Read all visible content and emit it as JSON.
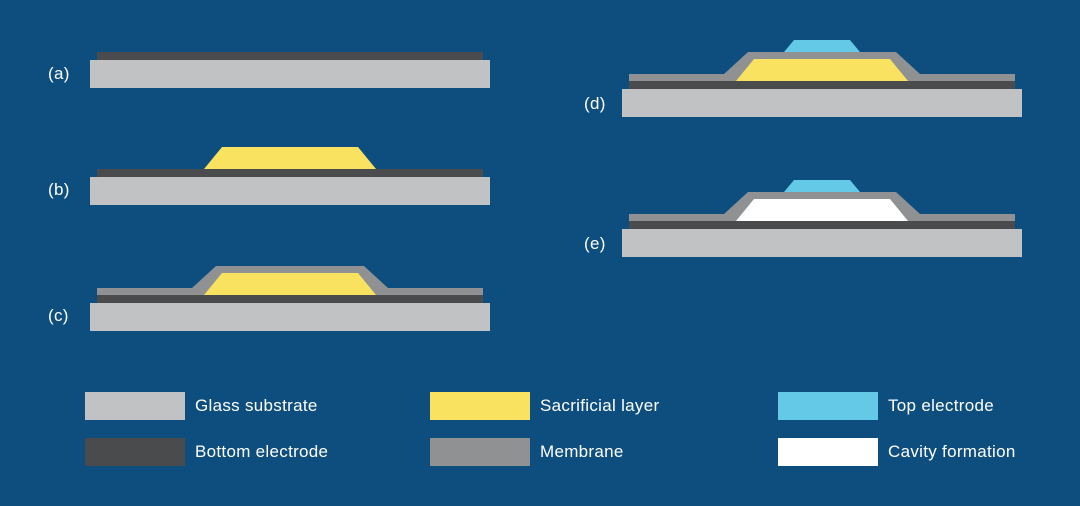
{
  "colors": {
    "background": "#0d4e7e",
    "glass_substrate": "#c1c2c4",
    "bottom_electrode": "#4a4b4d",
    "sacrificial_layer": "#f8e25f",
    "membrane": "#8f9193",
    "top_electrode": "#63c9e6",
    "cavity_formation": "#ffffff",
    "label_text": "#ffffff"
  },
  "steps": [
    {
      "label": "(a)"
    },
    {
      "label": "(b)"
    },
    {
      "label": "(c)"
    },
    {
      "label": "(d)"
    },
    {
      "label": "(e)"
    }
  ],
  "legend": [
    {
      "label": "Glass substrate"
    },
    {
      "label": "Bottom electrode"
    },
    {
      "label": "Sacrificial layer"
    },
    {
      "label": "Membrane"
    },
    {
      "label": "Top electrode"
    },
    {
      "label": "Cavity formation"
    }
  ]
}
